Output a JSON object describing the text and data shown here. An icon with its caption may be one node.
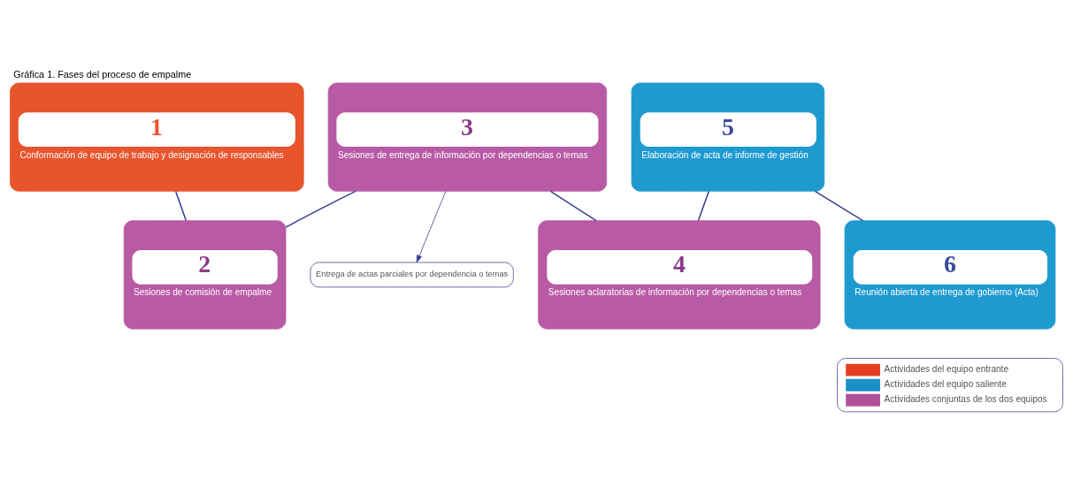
{
  "diagram": {
    "title": "Gráfica 1. Fases del proceso de empalme",
    "nodes": [
      {
        "text": [
          "1",
          "Conformación de equipo de trabajo y designación de responsables"
        ]
      },
      {
        "text": [
          "2",
          "Sesiones de comisión de empalme"
        ]
      },
      {
        "text": [
          "3",
          "Sesiones de entrega de información por dependencias o temas"
        ]
      },
      {
        "text": [
          "4",
          "Sesiones aclaratorias de información por dependencias o temas"
        ]
      },
      {
        "text": [
          "5",
          "Elaboración de acta de informe de gestión"
        ]
      },
      {
        "text": [
          "6",
          "Reunión abierta de entrega de gobierno (Acta)"
        ]
      },
      {
        "text": [
          "Entrega de actas parciales por dependencia o temas"
        ]
      }
    ],
    "edges": [
      {
        "from": 0,
        "to": 1,
        "arrow": "none"
      },
      {
        "from": 1,
        "to": 2,
        "arrow": "none"
      },
      {
        "from": 2,
        "to": 3,
        "arrow": "none"
      },
      {
        "from": 3,
        "to": 4,
        "arrow": "none"
      },
      {
        "from": 4,
        "to": 5,
        "arrow": "none"
      },
      {
        "from": 2,
        "to": 6,
        "arrow": "to"
      }
    ],
    "legend": [
      {
        "text": "Actividades del equipo entrante",
        "color": "#e4401f"
      },
      {
        "text": "Actividades del equipo saliente",
        "color": "#1b8fc8"
      },
      {
        "text": "Actividades conjuntas de los dos equipos",
        "color": "#b0509a"
      }
    ]
  }
}
